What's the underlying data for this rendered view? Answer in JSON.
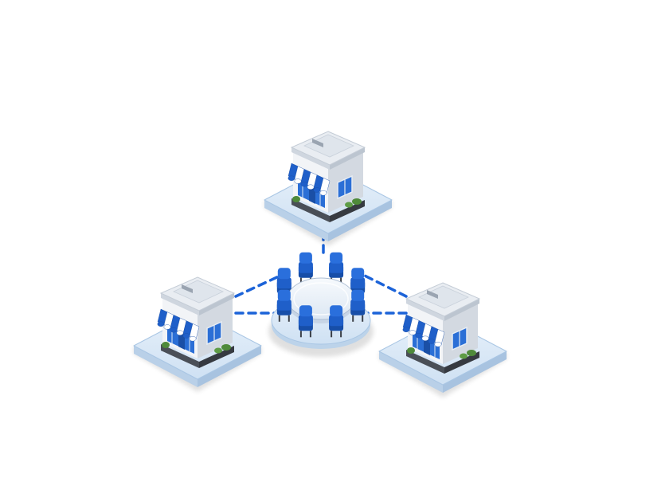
{
  "diagram": {
    "kind": "network",
    "hub": {
      "id": "hub",
      "icon": "round-meeting-table-icon",
      "seats": 8
    },
    "nodes": [
      {
        "id": "store-top",
        "icon": "storefront-icon"
      },
      {
        "id": "store-left",
        "icon": "storefront-icon"
      },
      {
        "id": "store-right",
        "icon": "storefront-icon"
      }
    ],
    "edges": [
      {
        "from": "store-top",
        "to": "hub",
        "style": "dashed"
      },
      {
        "from": "store-left",
        "to": "hub",
        "style": "dashed"
      },
      {
        "from": "store-right",
        "to": "hub",
        "style": "dashed"
      }
    ]
  },
  "colors": {
    "background": "#ffffff",
    "platform": "#d7e7f6",
    "platform_edge": "#a9c6e4",
    "wall": "#f2f4f7",
    "wall_shadow": "#d3d9e1",
    "roof": "#e9edf2",
    "awning_blue": "#1f5fc9",
    "awning_white": "#ffffff",
    "window": "#2b6fd6",
    "accent": "#1c63d8",
    "table_top": "#e8eff8",
    "chair": "#1f5fc9",
    "hedge": "#4f8a3a",
    "base_dark": "#4a4f57"
  }
}
